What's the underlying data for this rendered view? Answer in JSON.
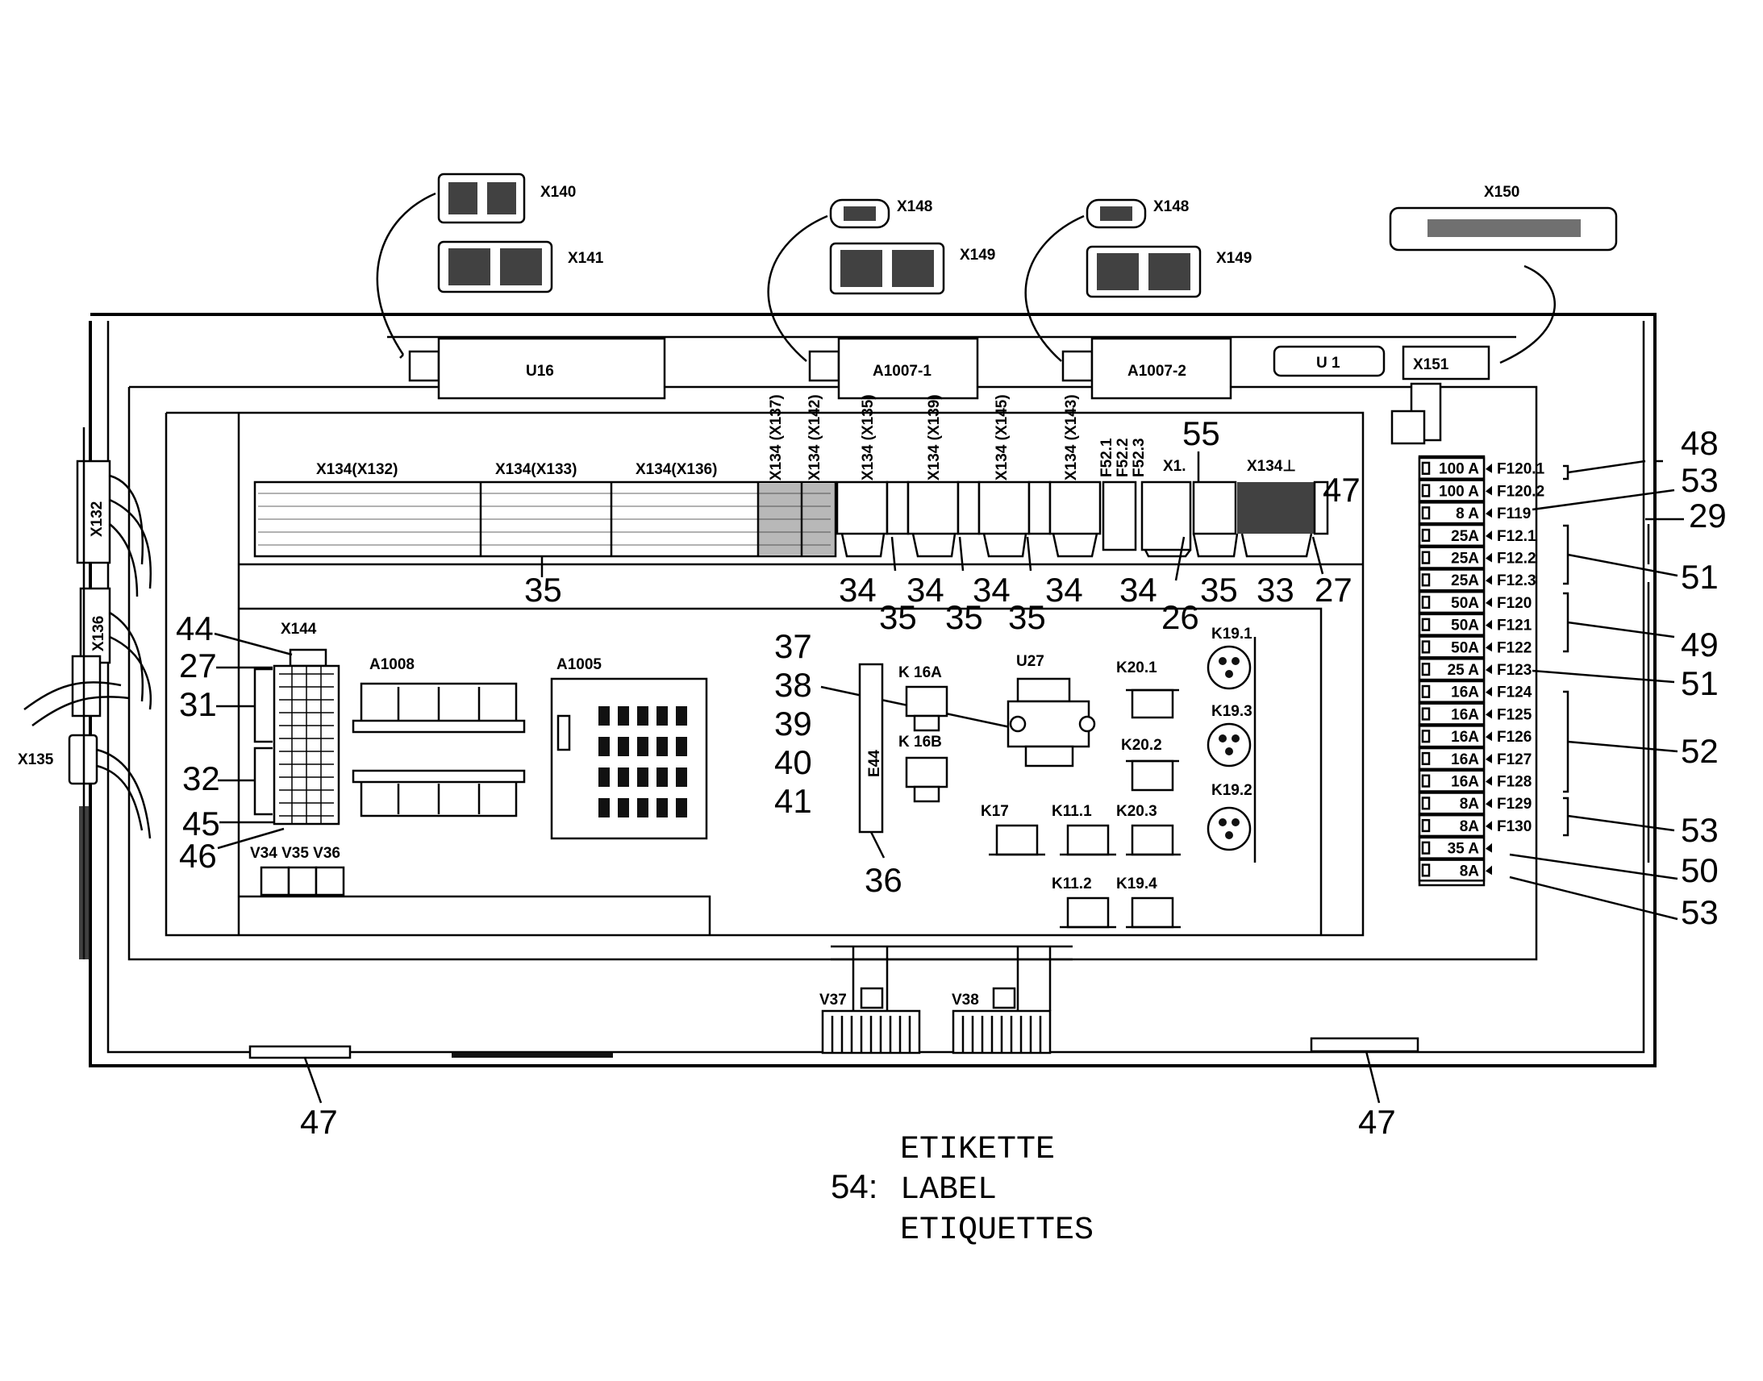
{
  "connectors": {
    "x140": "X140",
    "x141": "X141",
    "x148a": "X148",
    "x149a": "X149",
    "x148b": "X148",
    "x149b": "X149",
    "x150": "X150",
    "x151": "X151",
    "x132": "X132",
    "x136": "X136",
    "x135": "X135",
    "x144": "X144"
  },
  "units": {
    "u16": "U16",
    "a1007_1": "A1007-1",
    "a1007_2": "A1007-2",
    "u1": "U 1",
    "a1008": "A1008",
    "a1005": "A1005",
    "u27": "U27",
    "e44": "E44",
    "v34_36": "V34 V35 V36",
    "v37": "V37",
    "v38": "V38"
  },
  "terminal_strip": {
    "x134_132": "X134(X132)",
    "x134_133": "X134(X133)",
    "x134_136": "X134(X136)",
    "x134_137": "X134 (X137)",
    "x134_142": "X134 (X142)",
    "x134_135": "X134 (X135)",
    "x134_139": "X134 (X139)",
    "x134_145": "X134 (X145)",
    "x134_143": "X134 (X143)",
    "f52_1": "F52.1",
    "f52_2": "F52.2",
    "f52_3": "F52.3",
    "x1": "X1.",
    "x134_end": "X134⊥"
  },
  "relays": {
    "k16a": "K 16A",
    "k16b": "K 16B",
    "k17": "K17",
    "k11_1": "K11.1",
    "k11_2": "K11.2",
    "k20_1": "K20.1",
    "k20_2": "K20.2",
    "k20_3": "K20.3",
    "k19_4": "K19.4",
    "k19_1": "K19.1",
    "k19_3": "K19.3",
    "k19_2": "K19.2"
  },
  "fuses": [
    {
      "amp": "100 A",
      "id": "F120.1"
    },
    {
      "amp": "100 A",
      "id": "F120.2"
    },
    {
      "amp": "8 A",
      "id": "F119"
    },
    {
      "amp": "25A",
      "id": "F12.1"
    },
    {
      "amp": "25A",
      "id": "F12.2"
    },
    {
      "amp": "25A",
      "id": "F12.3"
    },
    {
      "amp": "50A",
      "id": "F120"
    },
    {
      "amp": "50A",
      "id": "F121"
    },
    {
      "amp": "50A",
      "id": "F122"
    },
    {
      "amp": "25 A",
      "id": "F123"
    },
    {
      "amp": "16A",
      "id": "F124"
    },
    {
      "amp": "16A",
      "id": "F125"
    },
    {
      "amp": "16A",
      "id": "F126"
    },
    {
      "amp": "16A",
      "id": "F127"
    },
    {
      "amp": "16A",
      "id": "F128"
    },
    {
      "amp": "8A",
      "id": "F129"
    },
    {
      "amp": "8A",
      "id": "F130"
    },
    {
      "amp": "35 A",
      "id": ""
    },
    {
      "amp": "8A",
      "id": ""
    }
  ],
  "callouts": {
    "c35a": "35",
    "c34a": "34",
    "c35b": "35",
    "c34b": "34",
    "c35c": "35",
    "c34c": "34",
    "c35d": "35",
    "c34d": "34",
    "c34e": "34",
    "c26": "26",
    "c35e": "35",
    "c33": "33",
    "c27a": "27",
    "c55": "55",
    "c47a": "47",
    "c48": "48",
    "c53a": "53",
    "c29": "29",
    "c51a": "51",
    "c49": "49",
    "c51b": "51",
    "c52": "52",
    "c53b": "53",
    "c50": "50",
    "c53c": "53",
    "c44": "44",
    "c27b": "27",
    "c31": "31",
    "c32": "32",
    "c45": "45",
    "c46": "46",
    "c37": "37",
    "c38": "38",
    "c39": "39",
    "c40": "40",
    "c41": "41",
    "c36": "36",
    "c47b": "47",
    "c47c": "47"
  },
  "legend": {
    "number": "54:",
    "line1": "ETIKETTE",
    "line2": "LABEL",
    "line3": "ETIQUETTES"
  }
}
